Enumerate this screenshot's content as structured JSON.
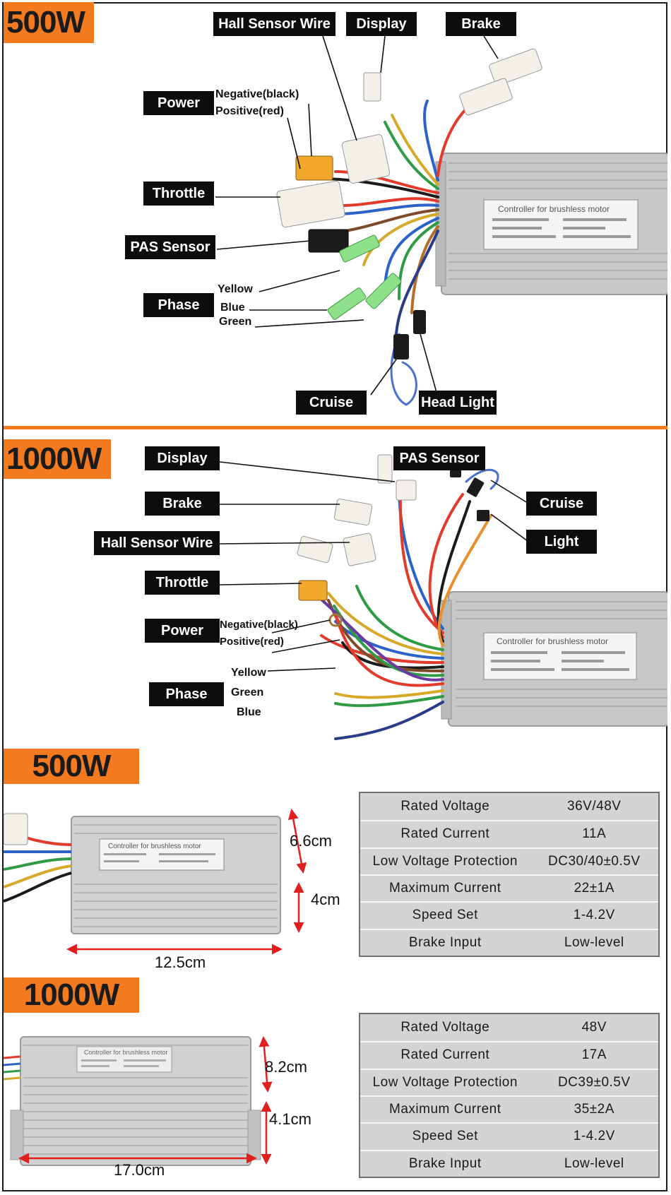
{
  "top_500w": {
    "badge": "500W",
    "labels": {
      "hall": "Hall Sensor Wire",
      "display": "Display",
      "brake": "Brake",
      "power": "Power",
      "throttle": "Throttle",
      "pas": "PAS Sensor",
      "phase": "Phase",
      "cruise": "Cruise",
      "head": "Head",
      "light": "Light"
    },
    "notes": {
      "negative": "Negative(black)",
      "positive": "Positive(red)",
      "yellow": "Yellow",
      "blue": "Blue",
      "green": "Green"
    },
    "controller_label": "Controller for brushless motor"
  },
  "top_1000w": {
    "badge": "1000W",
    "labels": {
      "display": "Display",
      "brake": "Brake",
      "hall": "Hall Sensor Wire",
      "throttle": "Throttle",
      "power": "Power",
      "phase": "Phase",
      "pas": "PAS Sensor",
      "cruise": "Cruise",
      "light": "Light"
    },
    "notes": {
      "negative": "Negative(black)",
      "positive": "Positive(red)",
      "yellow": "Yellow",
      "green": "Green",
      "blue": "Blue"
    },
    "controller_label": "Controller for brushless motor"
  },
  "spec_500w": {
    "badge": "500W",
    "dimensions": {
      "height": "6.6cm",
      "depth": "4cm",
      "length": "12.5cm"
    },
    "controller_label": "Controller for brushless motor",
    "rows": [
      {
        "key": "Rated Voltage",
        "value": "36V/48V"
      },
      {
        "key": "Rated Current",
        "value": "11A"
      },
      {
        "key": "Low Voltage Protection",
        "value": "DC30/40±0.5V"
      },
      {
        "key": "Maximum Current",
        "value": "22±1A"
      },
      {
        "key": "Speed Set",
        "value": "1-4.2V"
      },
      {
        "key": "Brake Input",
        "value": "Low-level"
      }
    ]
  },
  "spec_1000w": {
    "badge": "1000W",
    "dimensions": {
      "height": "8.2cm",
      "depth": "4.1cm",
      "length": "17.0cm"
    },
    "controller_label": "Controller for brushless motor",
    "rows": [
      {
        "key": "Rated Voltage",
        "value": "48V"
      },
      {
        "key": "Rated Current",
        "value": "17A"
      },
      {
        "key": "Low Voltage Protection",
        "value": "DC39±0.5V"
      },
      {
        "key": "Maximum Current",
        "value": "35±2A"
      },
      {
        "key": "Speed Set",
        "value": "1-4.2V"
      },
      {
        "key": "Brake Input",
        "value": "Low-level"
      }
    ]
  },
  "colors": {
    "accent_orange": "#f47a20",
    "label_black": "#0d0d0d",
    "dimension_red": "#e02020",
    "table_gray": "#d4d4d4",
    "controller_silver": "#c9cbcc"
  }
}
